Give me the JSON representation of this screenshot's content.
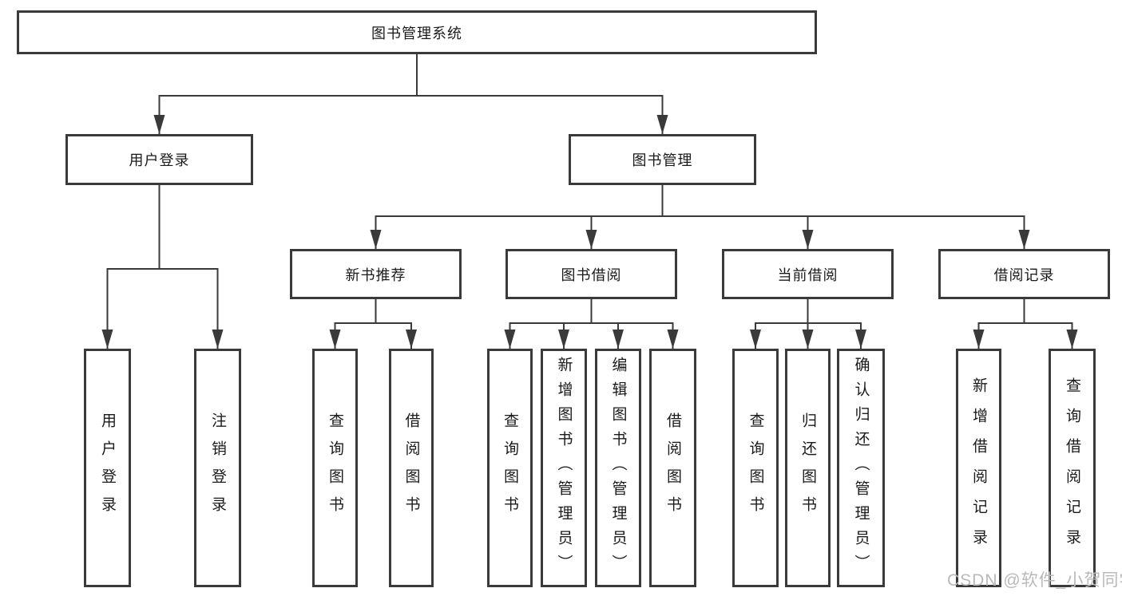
{
  "nodes": {
    "root": "图书管理系统",
    "user_login": "用户登录",
    "book_management": "图书管理",
    "new_book_recommend": "新书推荐",
    "book_borrow": "图书借阅",
    "current_borrow": "当前借阅",
    "borrow_records": "借阅记录"
  },
  "leaves": {
    "user_login": "用户登录",
    "logout_login": "注销登录",
    "query_books_recommend": "查询图书",
    "borrow_books_recommend": "借阅图书",
    "query_books_borrow": "查询图书",
    "add_book_admin": "新增图书（管理员）",
    "edit_book_admin": "编辑图书（管理员）",
    "borrow_books_borrow": "借阅图书",
    "query_books_current": "查询图书",
    "return_books": "归还图书",
    "confirm_return_admin": "确认归还（管理员）",
    "add_borrow_record": "新增借阅记录",
    "query_borrow_record": "查询借阅记录"
  },
  "watermark": "CSDN @软件_小贺同学",
  "colors": {
    "line": "#3a3a3a",
    "text": "#1a1a1a",
    "background": "#ffffff",
    "watermark": "#b9b9b9"
  }
}
